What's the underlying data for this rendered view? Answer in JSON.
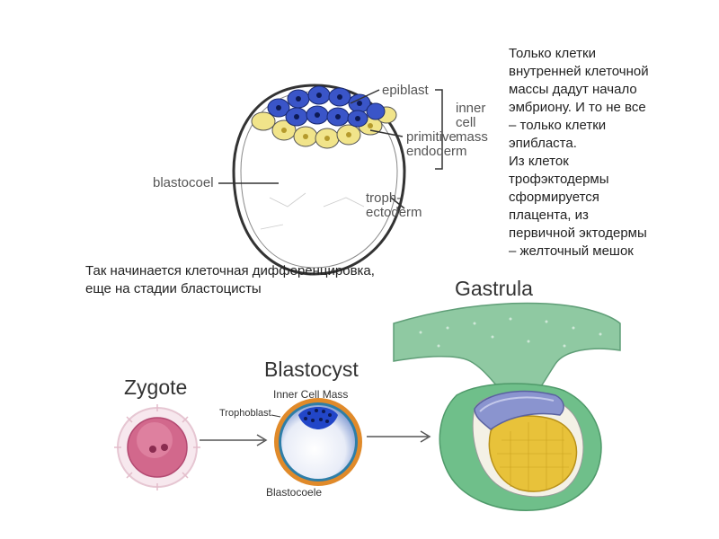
{
  "blastocyst_diagram": {
    "labels": {
      "epiblast": "epiblast",
      "primitive": "primitive",
      "endoderm": "endoderm",
      "blastocoel": "blastocoel",
      "troph": "troph-",
      "ectoderm": "ectoderm",
      "inner": "inner",
      "cell": "cell",
      "mass": "mass"
    },
    "colors": {
      "epiblast": "#3a55c8",
      "endoderm": "#f1e48a",
      "outline": "#333333"
    }
  },
  "russian_note_right": "Только клетки\nвнутренней клеточной\nмассы дадут начало\nэмбриону. И то не все\n– только клетки\nэпибласта.\nИз клеток\nтрофэктодермы\nсформируется\nплацента, из\nпервичной эктодермы\n– желточный мешок",
  "russian_note_left": "Так начинается клеточная дифференцировка,\nеще на стадии бластоцисты",
  "stages": {
    "zygote": "Zygote",
    "blastocyst": "Blastocyst",
    "gastrula": "Gastrula",
    "inner_cell_mass": "Inner Cell Mass",
    "trophoblast": "Trophoblast",
    "blastocoele": "Blastocoele"
  }
}
